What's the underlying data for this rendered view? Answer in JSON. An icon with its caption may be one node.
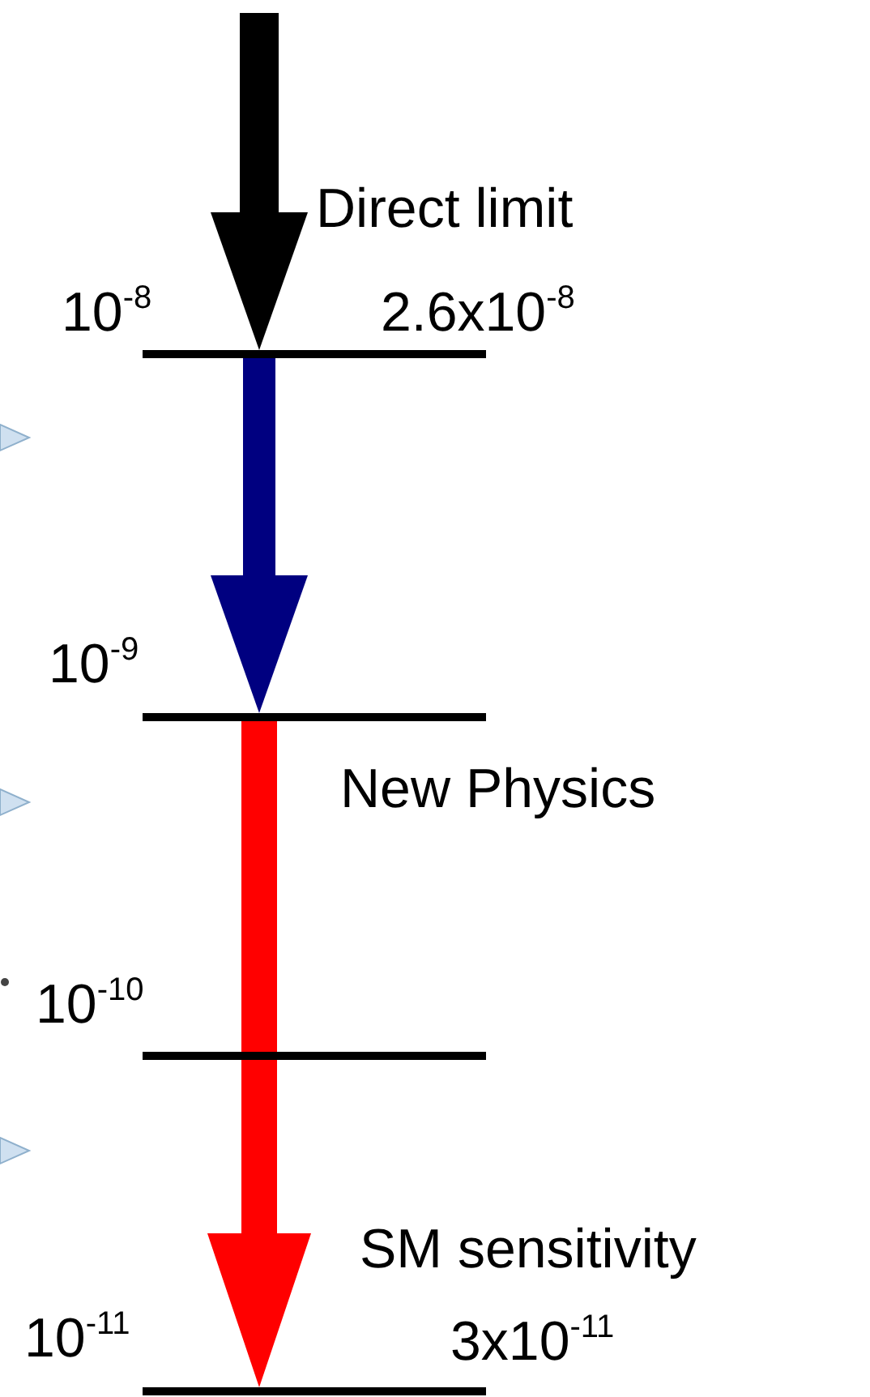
{
  "diagram": {
    "nodes": [
      {
        "text": [],
        "shape": "bar",
        "beside": [
          "10$^{-8}$"
        ]
      },
      {
        "text": [],
        "shape": "bar",
        "beside": [
          "10$^{-9}$"
        ]
      },
      {
        "text": [],
        "shape": "bar",
        "beside": [
          "10$^{-10}$"
        ]
      },
      {
        "text": [],
        "shape": "bar",
        "beside": [
          "10$^{-11}$"
        ]
      }
    ],
    "edges": [
      {
        "from": null,
        "to": 0,
        "arrow": "to",
        "color": "#000000"
      },
      {
        "from": 0,
        "to": 1,
        "arrow": "to",
        "color": "#000080"
      },
      {
        "from": 1,
        "to": 3,
        "arrow": "to",
        "color": "#ff0000"
      }
    ],
    "labels": [
      "Direct limit",
      "2.6x10$^{-8}$",
      "New Physics",
      "SM sensitivity",
      "3x10$^{-11}$"
    ]
  }
}
